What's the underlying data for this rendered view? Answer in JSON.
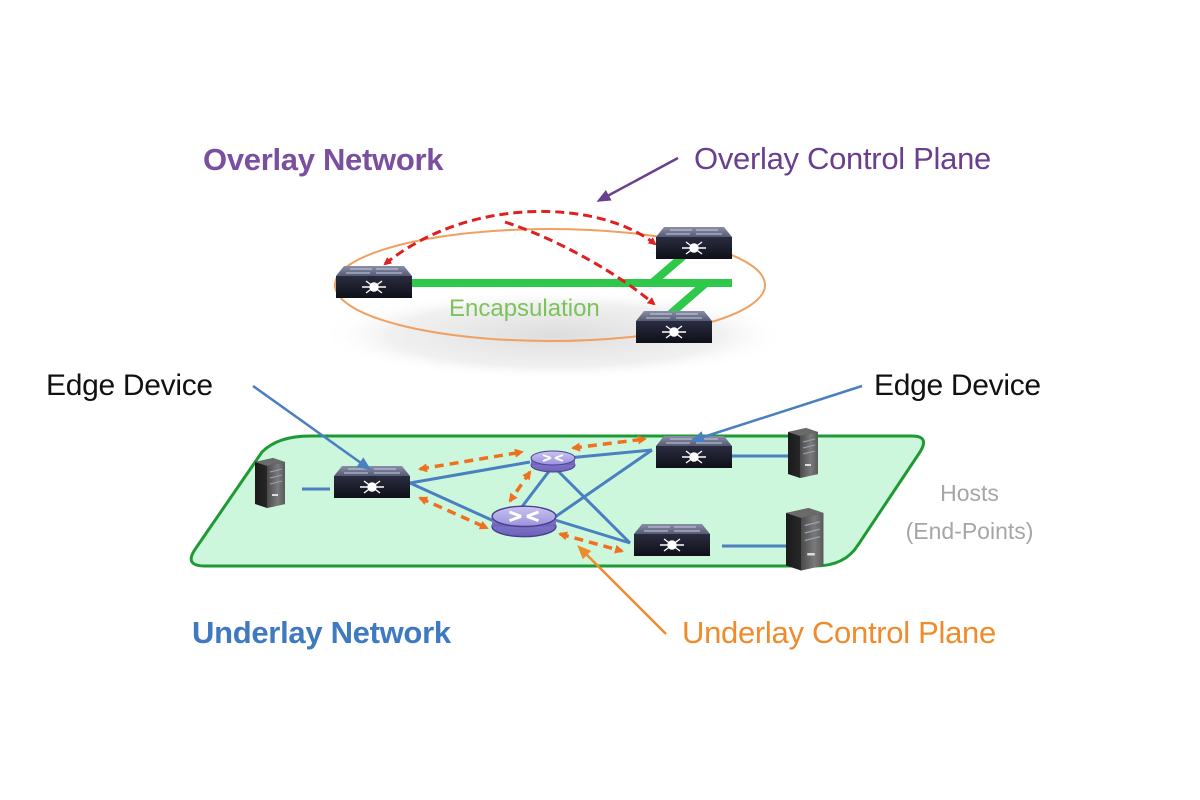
{
  "diagram": {
    "overlay": {
      "title": "Overlay Network",
      "control_plane_label": "Overlay Control Plane",
      "encapsulation_label": "Encapsulation",
      "devices": [
        "edge-switch-left",
        "edge-switch-top-right",
        "edge-switch-bottom-right"
      ]
    },
    "underlay": {
      "title": "Underlay Network",
      "control_plane_label": "Underlay Control Plane",
      "devices": [
        "edge-switch-left",
        "router-top",
        "router-bottom",
        "edge-switch-top-right",
        "edge-switch-bottom-right"
      ],
      "hosts": [
        "host-left",
        "host-top-right",
        "host-bottom-right"
      ]
    },
    "callouts": {
      "edge_device_left": "Edge Device",
      "edge_device_right": "Edge Device",
      "hosts_line1": "Hosts",
      "hosts_line2": "(End-Points)"
    },
    "colors": {
      "overlay_title": "#7b4fa0",
      "overlay_control": "#6a3f8e",
      "underlay_title": "#3f79c0",
      "underlay_control": "#f08b2c",
      "overlay_ring": "#f0a060",
      "tunnel": "#2ec94a",
      "overlay_dash": "#e02020",
      "underlay_dash": "#f07020",
      "link": "#4a7fc0",
      "plane_fill": "#ccf7dc",
      "plane_stroke": "#1e9a34",
      "hosts_text": "#a6a6a6"
    }
  }
}
